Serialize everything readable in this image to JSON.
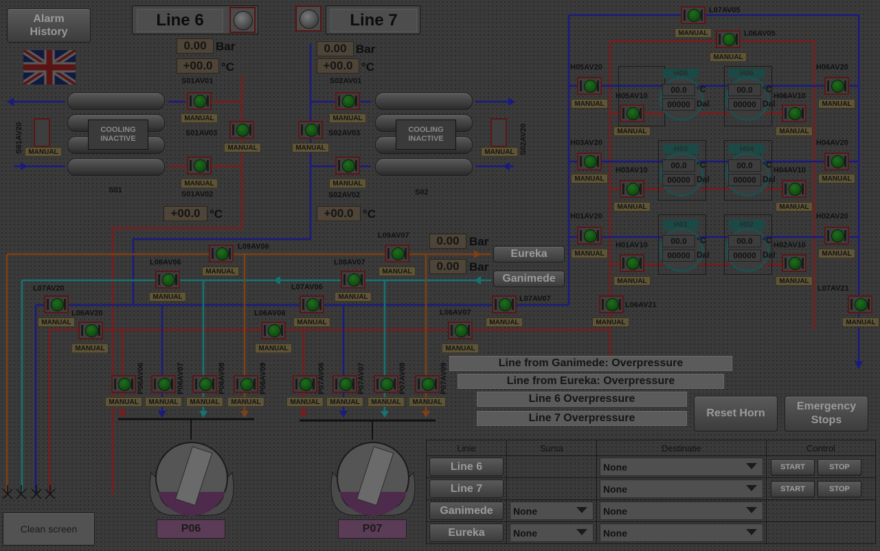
{
  "buttons": {
    "alarm_history": "Alarm History",
    "clean_screen": "Clean screen",
    "reset_horn": "Reset Horn",
    "emergency_stops": "Emergency Stops",
    "eureka": "Eureka",
    "ganimede": "Ganimede"
  },
  "lines": {
    "line6": {
      "name": "Line 6",
      "pressure": "0.00",
      "pressure_unit": "Bar",
      "temp": "+00.0",
      "temp_unit": "°C",
      "temp2": "+00.0",
      "temp2_unit": "°C"
    },
    "line7": {
      "name": "Line 7",
      "pressure": "0.00",
      "pressure_unit": "Bar",
      "temp": "+00.0",
      "temp_unit": "°C",
      "temp2": "+00.0",
      "temp2_unit": "°C"
    }
  },
  "sources": {
    "eureka_pressure": "0.00",
    "ganimede_pressure": "0.00",
    "unit": "Bar"
  },
  "coolers": {
    "s01": {
      "name": "S01",
      "status": "COOLING INACTIVE"
    },
    "s02": {
      "name": "S02",
      "status": "COOLING INACTIVE"
    }
  },
  "manual_label": "MANUAL",
  "valves": {
    "s01av01": "S01AV01",
    "s01av02": "S01AV02",
    "s01av03": "S01AV03",
    "s01av20": "S01AV20",
    "s02av01": "S02AV01",
    "s02av02": "S02AV02",
    "s02av03": "S02AV03",
    "s02av20": "S02AV20",
    "l06av05": "L06AV05",
    "l07av05": "L07AV05",
    "h05av20": "H05AV20",
    "h05av10": "H05AV10",
    "h06av20": "H06AV20",
    "h06av10": "H06AV10",
    "h03av20": "H03AV20",
    "h03av10": "H03AV10",
    "h04av20": "H04AV20",
    "h04av10": "H04AV10",
    "h01av20": "H01AV20",
    "h01av10": "H01AV10",
    "h02av20": "H02AV20",
    "h02av10": "H02AV10",
    "l06av21": "L06AV21",
    "l07av21": "L07AV21",
    "l09av06": "L09AV06",
    "l09av07": "L09AV07",
    "l08av06": "L08AV06",
    "l08av07": "L08AV07",
    "l07av20": "L07AV20",
    "l07av06": "L07AV06",
    "l07av07": "L07AV07",
    "l06av20": "L06AV20",
    "l06av06": "L06AV06",
    "l06av07": "L06AV07",
    "p06av06": "P06AV06",
    "p06av07": "P06AV07",
    "p06av08": "P06AV08",
    "p06av09": "P06AV09",
    "p07av06": "P07AV06",
    "p07av07": "P07AV07",
    "p07av08": "P07AV08",
    "p07av09": "P07AV09"
  },
  "tanks_h": {
    "h05": {
      "name": "H05",
      "temp": "00.0",
      "temp_unit": "°C",
      "volume": "00000",
      "volume_unit": "Dal"
    },
    "h06": {
      "name": "H06",
      "temp": "00.0",
      "temp_unit": "°C",
      "volume": "00000",
      "volume_unit": "Dal"
    },
    "h03": {
      "name": "H03",
      "temp": "00.0",
      "temp_unit": "°C",
      "volume": "00000",
      "volume_unit": "Dal"
    },
    "h04": {
      "name": "H04",
      "temp": "00.0",
      "temp_unit": "°C",
      "volume": "00000",
      "volume_unit": "Dal"
    },
    "h01": {
      "name": "H01",
      "temp": "00.0",
      "temp_unit": "°C",
      "volume": "00000",
      "volume_unit": "Dal"
    },
    "h02": {
      "name": "H02",
      "temp": "00.0",
      "temp_unit": "°C",
      "volume": "00000",
      "volume_unit": "Dal"
    }
  },
  "presses": {
    "p06": "P06",
    "p07": "P07"
  },
  "alarms": [
    "Line from Ganimede: Overpressure",
    "Line from Eureka: Overpressure",
    "Line 6 Overpressure",
    "Line 7 Overpressure"
  ],
  "control_table": {
    "headers": [
      "Linie",
      "Sursa",
      "Destinatie",
      "Control"
    ],
    "start_label": "START",
    "stop_label": "STOP",
    "rows": [
      {
        "line": "Line 6",
        "source": "",
        "destination": "None"
      },
      {
        "line": "Line 7",
        "source": "",
        "destination": "None"
      },
      {
        "line": "Ganimede",
        "source": "None",
        "destination": "None"
      },
      {
        "line": "Eureka",
        "source": "None",
        "destination": "None"
      }
    ]
  },
  "colors": {
    "red": "#7e1a1a",
    "blue": "#1a1a80",
    "teal": "#167373",
    "orange": "#7e4014"
  }
}
